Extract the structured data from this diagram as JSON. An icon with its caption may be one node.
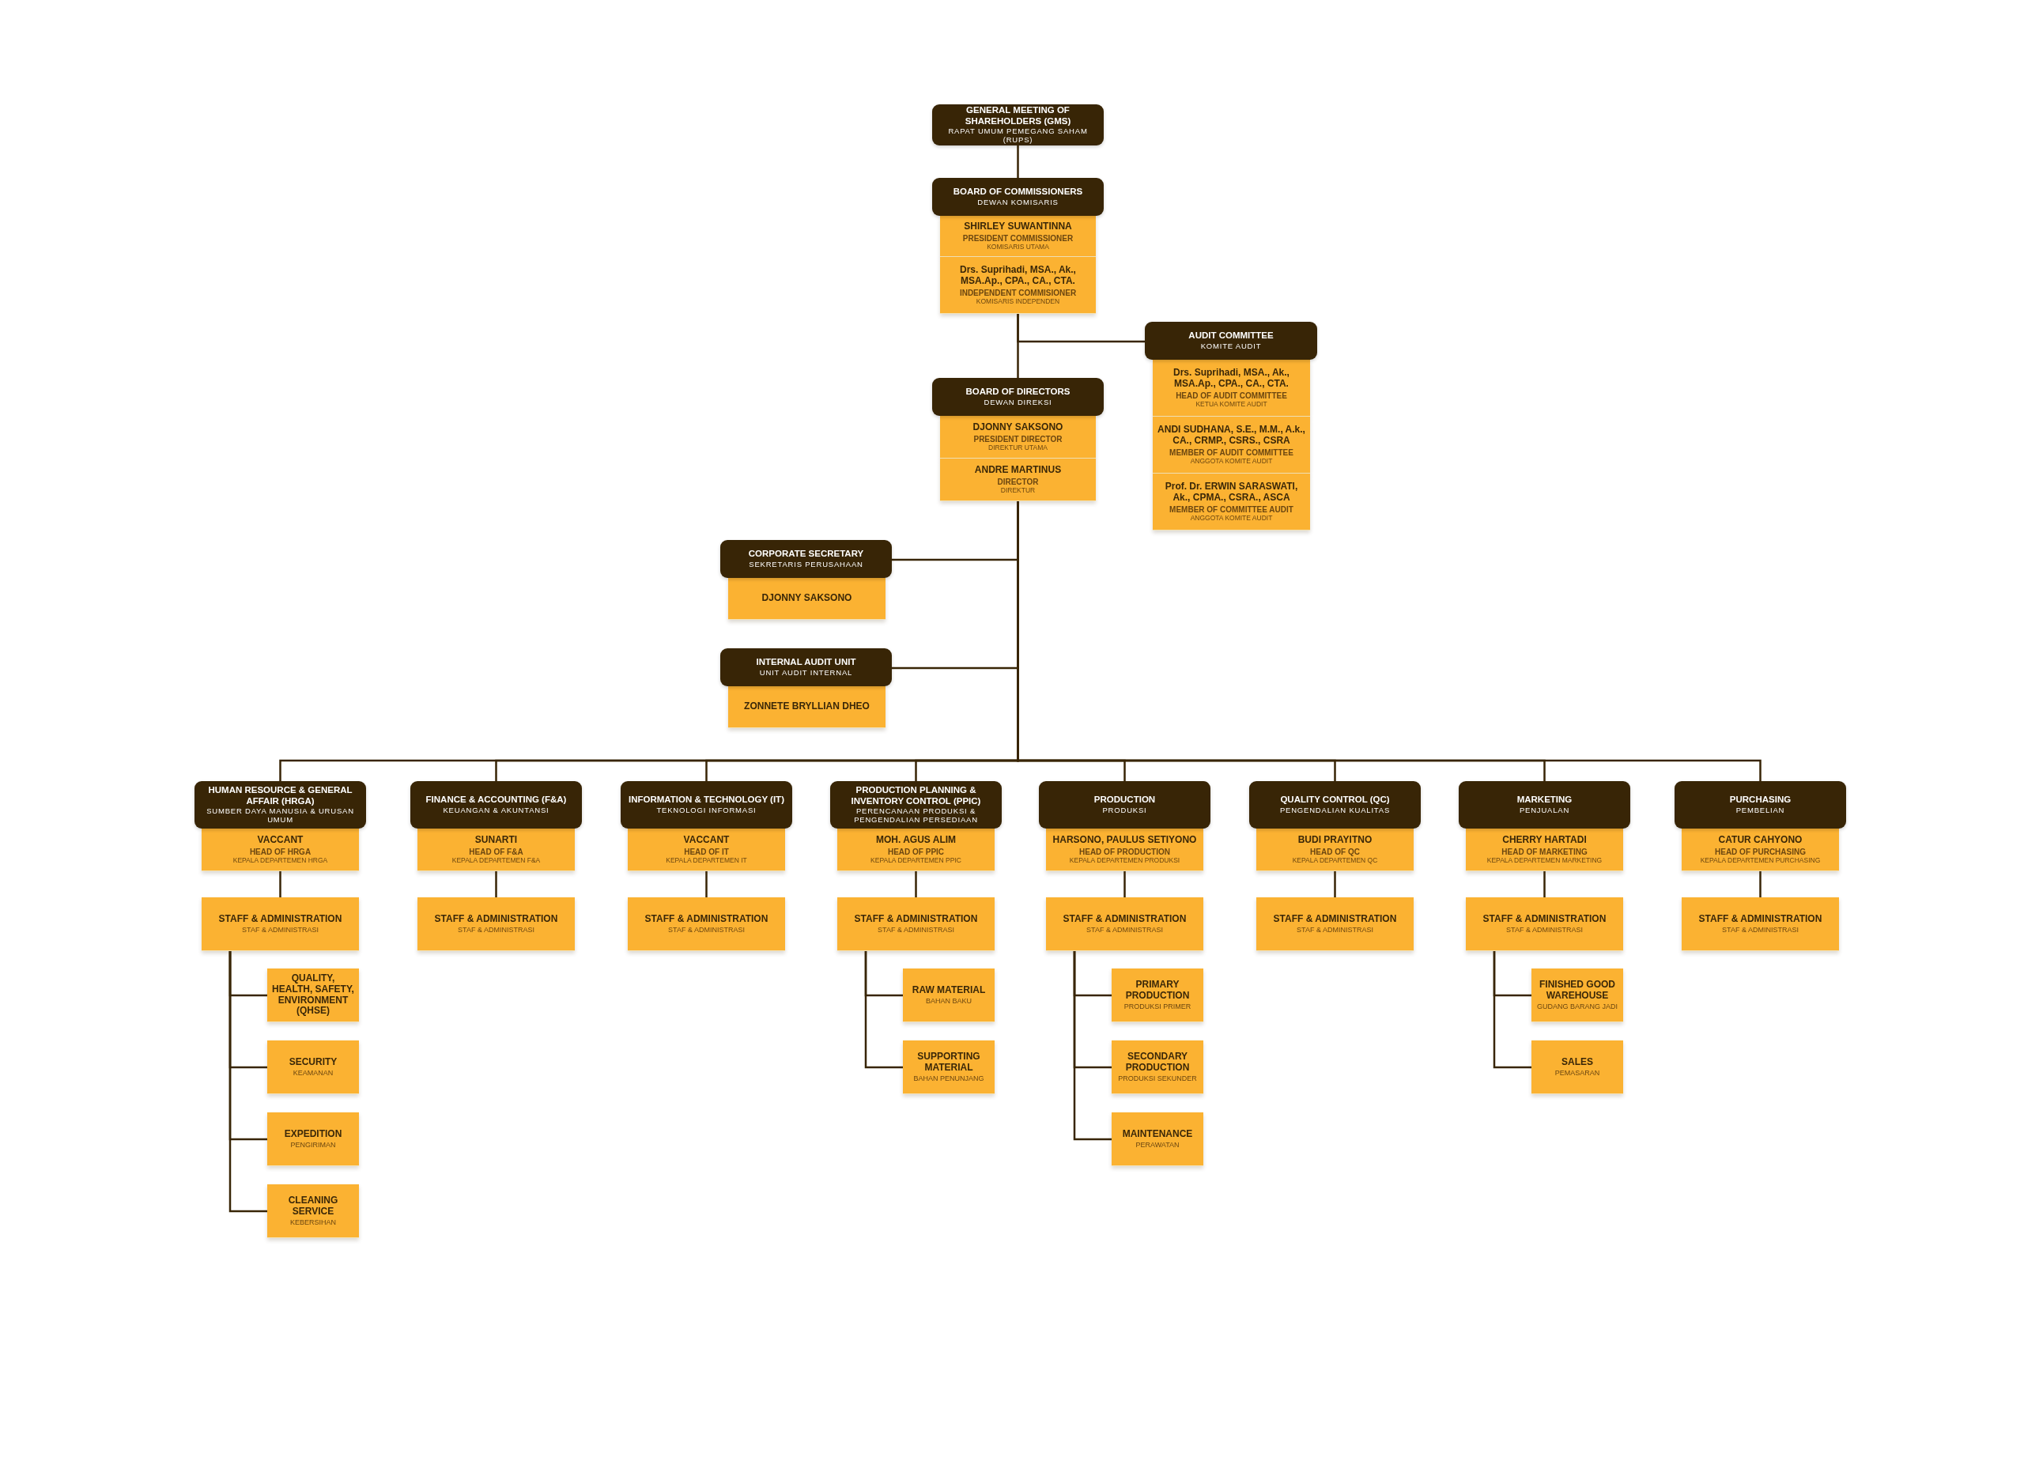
{
  "diagram": {
    "nodes": [
      {
        "text": [
          "GENERAL MEETING OF SHAREHOLDERS (GMS)",
          "RAPAT UMUM PEMEGANG SAHAM (RUPS)"
        ]
      },
      {
        "text": [
          "BOARD OF COMMISSIONERS",
          "DEWAN KOMISARIS"
        ]
      },
      {
        "text": [
          "SHIRLEY SUWANTINNA",
          "PRESIDENT COMMISSIONER",
          "KOMISARIS UTAMA"
        ]
      },
      {
        "text": [
          "Drs. Suprihadi, MSA., Ak., MSA.Ap., CPA., CA., CTA.",
          "INDEPENDENT COMMISIONER",
          "KOMISARIS INDEPENDEN"
        ]
      },
      {
        "text": [
          "AUDIT COMMITTEE",
          "KOMITE AUDIT"
        ]
      },
      {
        "text": [
          "Drs. Suprihadi, MSA., Ak., MSA.Ap., CPA., CA., CTA.",
          "HEAD OF AUDIT COMMITTEE",
          "KETUA KOMITE AUDIT"
        ]
      },
      {
        "text": [
          "ANDI SUDHANA, S.E., M.M., A.k., CA., CRMP., CSRS., CSRA",
          "MEMBER OF AUDIT COMMITTEE",
          "ANGGOTA KOMITE AUDIT"
        ]
      },
      {
        "text": [
          "Prof. Dr. ERWIN SARASWATI, Ak., CPMA., CSRA., ASCA",
          "MEMBER OF COMMITTEE AUDIT",
          "ANGGOTA KOMITE AUDIT"
        ]
      },
      {
        "text": [
          "BOARD OF DIRECTORS",
          "DEWAN DIREKSI"
        ]
      },
      {
        "text": [
          "DJONNY SAKSONO",
          "PRESIDENT DIRECTOR",
          "DIREKTUR UTAMA"
        ]
      },
      {
        "text": [
          "ANDRE MARTINUS",
          "DIRECTOR",
          "DIREKTUR"
        ]
      },
      {
        "text": [
          "CORPORATE SECRETARY",
          "SEKRETARIS PERUSAHAAN"
        ]
      },
      {
        "text": [
          "DJONNY SAKSONO"
        ]
      },
      {
        "text": [
          "INTERNAL AUDIT UNIT",
          "UNIT AUDIT INTERNAL"
        ]
      },
      {
        "text": [
          "ZONNETE BRYLLIAN DHEO"
        ]
      },
      {
        "text": [
          "HUMAN RESOURCE & GENERAL AFFAIR (HRGA)",
          "SUMBER DAYA MANUSIA & URUSAN UMUM"
        ]
      },
      {
        "text": [
          "VACCANT",
          "HEAD OF HRGA",
          "KEPALA DEPARTEMEN HRGA"
        ]
      },
      {
        "text": [
          "STAFF & ADMINISTRATION",
          "STAF & ADMINISTRASI"
        ]
      },
      {
        "text": [
          "QUALITY, HEALTH, SAFETY, ENVIRONMENT (QHSE)"
        ]
      },
      {
        "text": [
          "SECURITY",
          "KEAMANAN"
        ]
      },
      {
        "text": [
          "EXPEDITION",
          "PENGIRIMAN"
        ]
      },
      {
        "text": [
          "CLEANING SERVICE",
          "KEBERSIHAN"
        ]
      },
      {
        "text": [
          "FINANCE & ACCOUNTING (F&A)",
          "KEUANGAN & AKUNTANSI"
        ]
      },
      {
        "text": [
          "SUNARTI",
          "HEAD OF F&A",
          "KEPALA DEPARTEMEN F&A"
        ]
      },
      {
        "text": [
          "STAFF & ADMINISTRATION",
          "STAF & ADMINISTRASI"
        ]
      },
      {
        "text": [
          "INFORMATION & TECHNOLOGY (IT)",
          "TEKNOLOGI INFORMASI"
        ]
      },
      {
        "text": [
          "VACCANT",
          "HEAD OF IT",
          "KEPALA DEPARTEMEN IT"
        ]
      },
      {
        "text": [
          "STAFF & ADMINISTRATION",
          "STAF & ADMINISTRASI"
        ]
      },
      {
        "text": [
          "PRODUCTION PLANNING & INVENTORY CONTROL (PPIC)",
          "PERENCANAAN PRODUKSI & PENGENDALIAN PERSEDIAAN"
        ]
      },
      {
        "text": [
          "MOH. AGUS ALIM",
          "HEAD OF PPIC",
          "KEPALA DEPARTEMEN PPIC"
        ]
      },
      {
        "text": [
          "STAFF & ADMINISTRATION",
          "STAF & ADMINISTRASI"
        ]
      },
      {
        "text": [
          "RAW MATERIAL",
          "BAHAN BAKU"
        ]
      },
      {
        "text": [
          "SUPPORTING MATERIAL",
          "BAHAN PENUNJANG"
        ]
      },
      {
        "text": [
          "PRODUCTION",
          "PRODUKSI"
        ]
      },
      {
        "text": [
          "HARSONO, PAULUS SETIYONO",
          "HEAD OF PRODUCTION",
          "KEPALA DEPARTEMEN PRODUKSI"
        ]
      },
      {
        "text": [
          "STAFF & ADMINISTRATION",
          "STAF & ADMINISTRASI"
        ]
      },
      {
        "text": [
          "PRIMARY PRODUCTION",
          "PRODUKSI PRIMER"
        ]
      },
      {
        "text": [
          "SECONDARY PRODUCTION",
          "PRODUKSI SEKUNDER"
        ]
      },
      {
        "text": [
          "MAINTENANCE",
          "PERAWATAN"
        ]
      },
      {
        "text": [
          "QUALITY CONTROL (QC)",
          "PENGENDALIAN KUALITAS"
        ]
      },
      {
        "text": [
          "BUDI PRAYITNO",
          "HEAD OF QC",
          "KEPALA DEPARTEMEN QC"
        ]
      },
      {
        "text": [
          "STAFF & ADMINISTRATION",
          "STAF & ADMINISTRASI"
        ]
      },
      {
        "text": [
          "MARKETING",
          "PENJUALAN"
        ]
      },
      {
        "text": [
          "CHERRY HARTADI",
          "HEAD OF MARKETING",
          "KEPALA DEPARTEMEN MARKETING"
        ]
      },
      {
        "text": [
          "STAFF & ADMINISTRATION",
          "STAF & ADMINISTRASI"
        ]
      },
      {
        "text": [
          "FINISHED GOOD WAREHOUSE",
          "GUDANG BARANG JADI"
        ]
      },
      {
        "text": [
          "SALES",
          "PEMASARAN"
        ]
      },
      {
        "text": [
          "PURCHASING",
          "PEMBELIAN"
        ]
      },
      {
        "text": [
          "CATUR CAHYONO",
          "HEAD OF PURCHASING",
          "KEPALA DEPARTEMEN PURCHASING"
        ]
      },
      {
        "text": [
          "STAFF & ADMINISTRATION",
          "STAF & ADMINISTRASI"
        ]
      }
    ],
    "edges": [
      {
        "from": 0,
        "to": 1,
        "arrow": "none"
      },
      {
        "from": 3,
        "to": 8,
        "arrow": "none"
      },
      {
        "from": 3,
        "to": 4,
        "arrow": "none"
      },
      {
        "from": 10,
        "to": 11,
        "arrow": "none"
      },
      {
        "from": 10,
        "to": 13,
        "arrow": "none"
      },
      {
        "from": 10,
        "to": 15,
        "arrow": "none"
      },
      {
        "from": 10,
        "to": 22,
        "arrow": "none"
      },
      {
        "from": 10,
        "to": 25,
        "arrow": "none"
      },
      {
        "from": 10,
        "to": 28,
        "arrow": "none"
      },
      {
        "from": 10,
        "to": 33,
        "arrow": "none"
      },
      {
        "from": 10,
        "to": 39,
        "arrow": "none"
      },
      {
        "from": 10,
        "to": 42,
        "arrow": "none"
      },
      {
        "from": 10,
        "to": 47,
        "arrow": "none"
      },
      {
        "from": 16,
        "to": 17,
        "arrow": "none"
      },
      {
        "from": 17,
        "to": 18,
        "arrow": "none"
      },
      {
        "from": 17,
        "to": 19,
        "arrow": "none"
      },
      {
        "from": 17,
        "to": 20,
        "arrow": "none"
      },
      {
        "from": 17,
        "to": 21,
        "arrow": "none"
      },
      {
        "from": 23,
        "to": 24,
        "arrow": "none"
      },
      {
        "from": 26,
        "to": 27,
        "arrow": "none"
      },
      {
        "from": 29,
        "to": 30,
        "arrow": "none"
      },
      {
        "from": 30,
        "to": 31,
        "arrow": "none"
      },
      {
        "from": 30,
        "to": 32,
        "arrow": "none"
      },
      {
        "from": 34,
        "to": 35,
        "arrow": "none"
      },
      {
        "from": 35,
        "to": 36,
        "arrow": "none"
      },
      {
        "from": 35,
        "to": 37,
        "arrow": "none"
      },
      {
        "from": 35,
        "to": 38,
        "arrow": "none"
      },
      {
        "from": 40,
        "to": 41,
        "arrow": "none"
      },
      {
        "from": 43,
        "to": 44,
        "arrow": "none"
      },
      {
        "from": 44,
        "to": 45,
        "arrow": "none"
      },
      {
        "from": 44,
        "to": 46,
        "arrow": "none"
      },
      {
        "from": 48,
        "to": 49,
        "arrow": "none"
      }
    ]
  }
}
